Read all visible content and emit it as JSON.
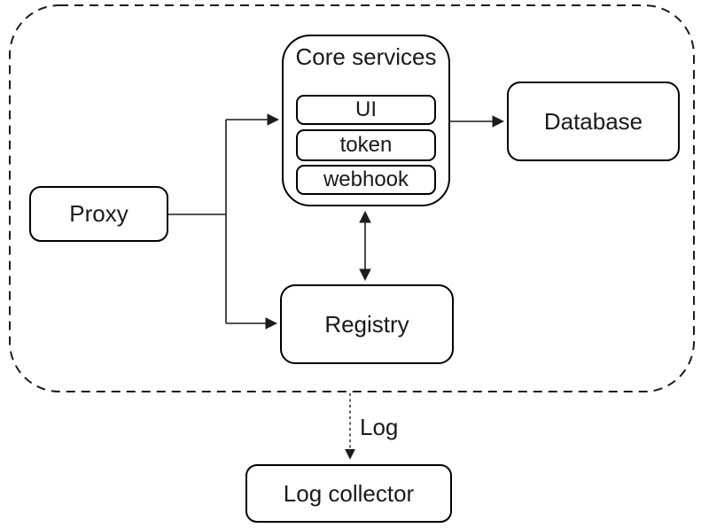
{
  "diagram": {
    "background_color": "#ffffff",
    "line_color": "#1c1c1c",
    "text_color": "#1a1a1a"
  },
  "boundary": {
    "name": "system-boundary",
    "style": "dashed-rounded-rectangle"
  },
  "nodes": {
    "proxy": {
      "label": "Proxy"
    },
    "core_services": {
      "label": "Core services",
      "services": [
        {
          "label": "UI"
        },
        {
          "label": "token"
        },
        {
          "label": "webhook"
        }
      ]
    },
    "database": {
      "label": "Database"
    },
    "registry": {
      "label": "Registry"
    },
    "log_collector": {
      "label": "Log collector"
    }
  },
  "edges": {
    "proxy_to_core_services": {
      "from": "Proxy",
      "to": "Core services",
      "type": "solid-arrow"
    },
    "proxy_to_registry": {
      "from": "Proxy",
      "to": "Registry",
      "type": "solid-arrow"
    },
    "core_services_to_database": {
      "from": "Core services",
      "to": "Database",
      "type": "solid-arrow"
    },
    "core_services_registry": {
      "from": "Core services",
      "to": "Registry",
      "type": "solid-double-arrow"
    },
    "boundary_to_log_collector": {
      "from": "system-boundary",
      "to": "Log collector",
      "type": "dashed-arrow",
      "label": "Log"
    }
  }
}
